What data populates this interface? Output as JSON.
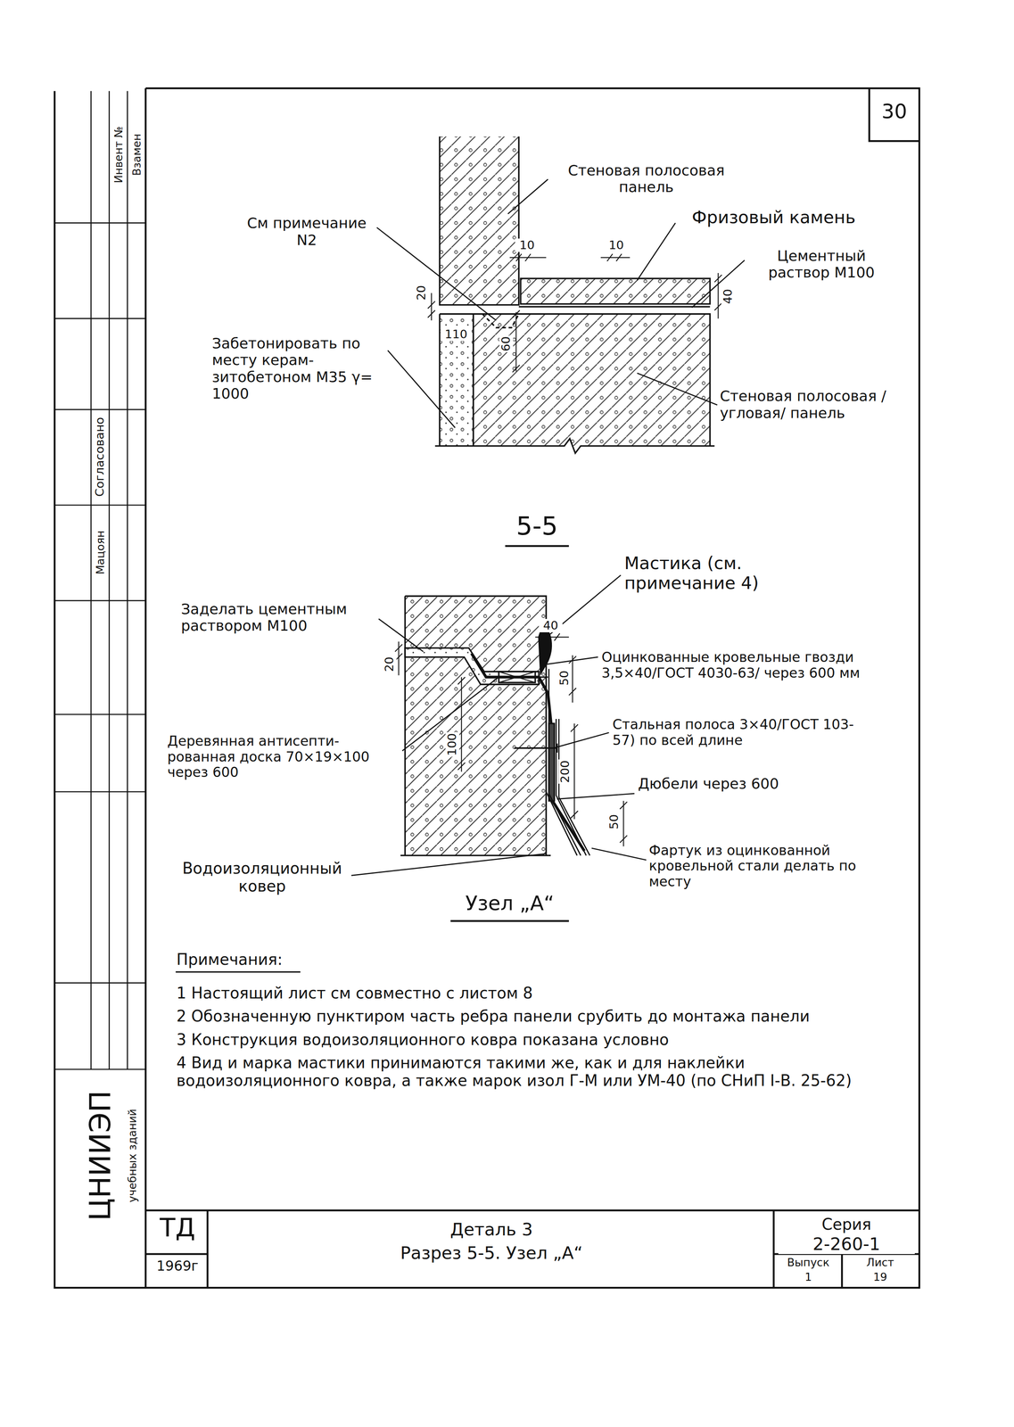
{
  "diagram": {
    "labels": [
      "30",
      "Стеновая полосовая панель",
      "См примечание N2",
      "Фризовый камень",
      "Цементный раствор М100",
      "10",
      "10",
      "20",
      "40",
      "60",
      "110",
      "Забетонировать по месту керам- зитобетоном М35 γ= 1000",
      "Стеновая полосовая /угловая/ панель",
      "5-5",
      "Мастика (см. примечание 4)",
      "Заделать цементным раствором М100",
      "40",
      "20",
      "Оцинкованные кровельные гвозди 3,5×40/ГОСТ 4030-63/ через 600 мм",
      "50",
      "Стальная полоса 3×40/ГОСТ 103-57) по всей длине",
      "Деревянная антисепти- рованная доска 70×19×100 через 600",
      "100",
      "200",
      "Дюбели через 600",
      "50",
      "Фартук из оцинкованной кровельной стали делать по месту",
      "Водоизоляционный ковер",
      "Узел „А“",
      "Примечания:",
      "1 Настоящий лист см совместно с листом 8",
      "2 Обозначенную пунктиром часть ребра панели срубить до монтажа панели",
      "3 Конструкция водоизоляционного ковра показана условно",
      "4 Вид и марка мастики принимаются такими же, как и для наклейки водоизоляционного ковра, а также марок изол Г-М или УМ-40 (по СНиП I-В. 25-62)",
      "ТД",
      "1969г",
      "Деталь 3",
      "Разрез 5-5. Узел „А“",
      "Серия",
      "2-260-1",
      "Выпуск",
      "1",
      "Лист",
      "19",
      "ЦНИИЭП",
      "учебных зданий",
      "Инвент №",
      "Взамен",
      "Согласовано",
      "Мацоян"
    ]
  }
}
